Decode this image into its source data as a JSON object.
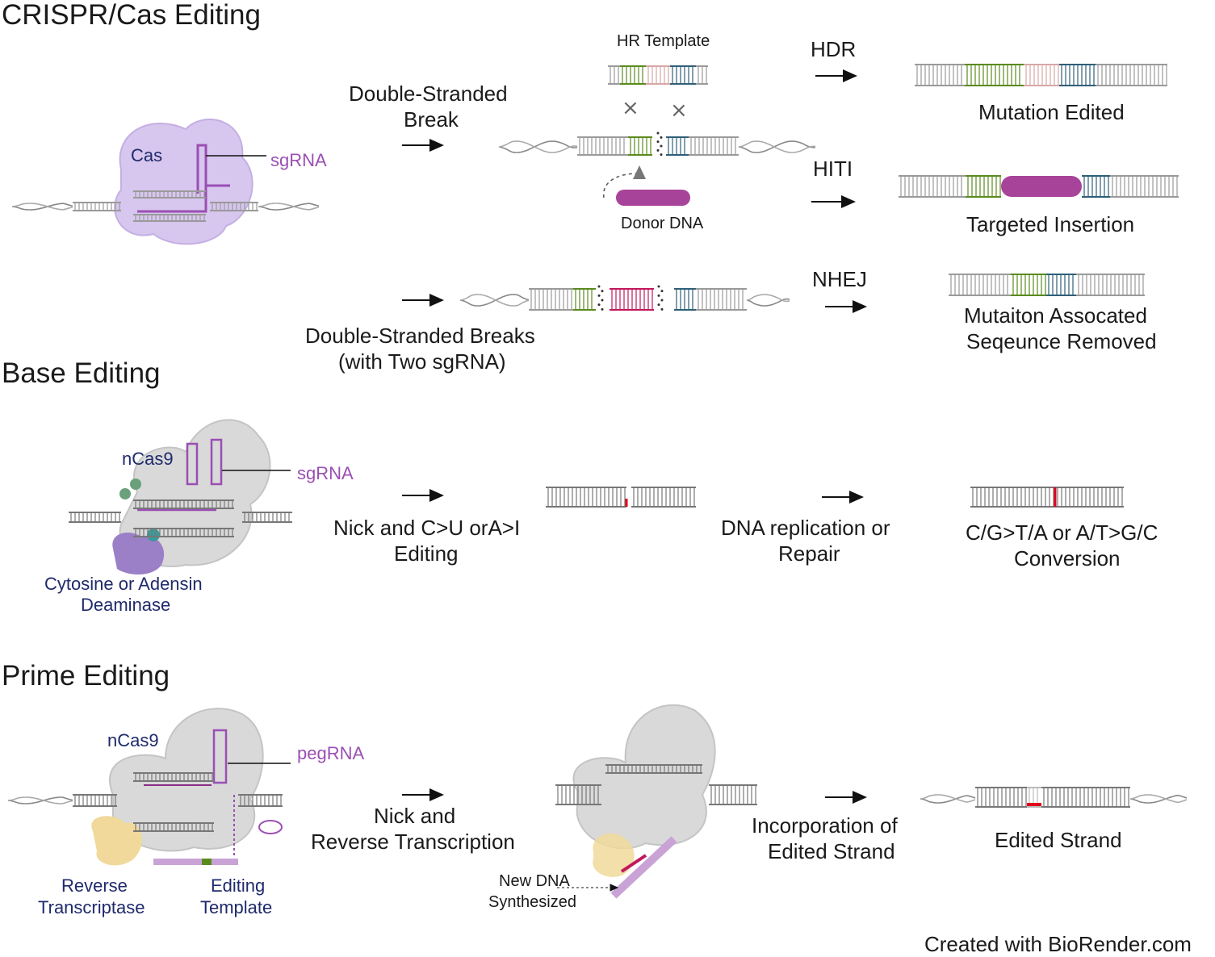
{
  "sections": {
    "crispr": {
      "title": "CRISPR/Cas Editing",
      "cas": "Cas",
      "sgrna": "sgRNA",
      "dsb_line1": "Double-Stranded",
      "dsb_line2": "Break",
      "hr_template": "HR Template",
      "donor_dna": "Donor DNA",
      "hdr": "HDR",
      "hiti": "HITI",
      "nhej": "NHEJ",
      "mutation_edited": "Mutation Edited",
      "targeted_insertion": "Targeted Insertion",
      "removed_line1": "Mutaiton Assocated",
      "removed_line2": "Seqeunce Removed",
      "dsbs_line1": "Double-Stranded Breaks",
      "dsbs_line2": "(with Two sgRNA)"
    },
    "base": {
      "title": "Base Editing",
      "ncas9": "nCas9",
      "sgrna": "sgRNA",
      "deaminase_line1": "Cytosine or Adensin",
      "deaminase_line2": "Deaminase",
      "nick_line1": "Nick and C>U orA>I",
      "nick_line2": "Editing",
      "repl_line1": "DNA replication or",
      "repl_line2": "Repair",
      "conv_line1": "C/G>T/A or A/T>G/C",
      "conv_line2": "Conversion"
    },
    "prime": {
      "title": "Prime Editing",
      "ncas9": "nCas9",
      "pegrna": "pegRNA",
      "rt_line1": "Reverse",
      "rt_line2": "Transcriptase",
      "et_line1": "Editing",
      "et_line2": "Template",
      "nick_line1": "Nick and",
      "nick_line2": "Reverse Transcription",
      "new_line1": "New DNA",
      "new_line2": "Synthesized",
      "inc_line1": "Incorporation of",
      "inc_line2": "Edited Strand",
      "edited": "Edited Strand"
    }
  },
  "credit": "Created with BioRender.com",
  "colors": {
    "green": "#5a8a1e",
    "teal": "#2e5f78",
    "pink": "#d9a6a6",
    "magenta": "#a8439a",
    "crimson": "#c2185b",
    "purple": "#9a4fb3",
    "navy": "#1f2a6b",
    "red": "#e0001b",
    "gray": "#9a9a9a",
    "blob": "#d9d9d9",
    "casPurple": "#d7c6ee",
    "rtYellow": "#f0d99a"
  }
}
